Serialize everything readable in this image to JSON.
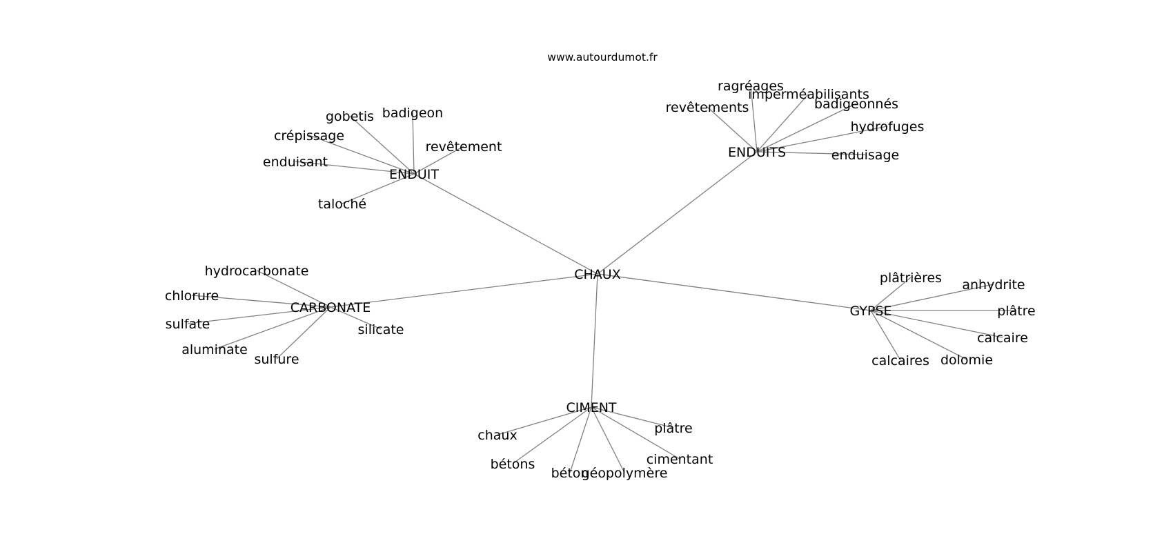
{
  "source": "www.autourdumot.fr",
  "diagram": {
    "type": "word-association-tree",
    "root": "CHAUX",
    "branches": [
      {
        "id": "enduit",
        "label": "ENDUIT",
        "leaves": [
          "gobetis",
          "badigeon",
          "crépissage",
          "revêtement",
          "enduisant",
          "taloché"
        ]
      },
      {
        "id": "enduits",
        "label": "ENDUITS",
        "leaves": [
          "ragréages",
          "imperméabilisants",
          "revêtements",
          "badigeonnés",
          "hydrofuges",
          "enduisage"
        ]
      },
      {
        "id": "carbonate",
        "label": "CARBONATE",
        "leaves": [
          "hydrocarbonate",
          "chlorure",
          "sulfate",
          "silicate",
          "aluminate",
          "sulfure"
        ]
      },
      {
        "id": "gypse",
        "label": "GYPSE",
        "leaves": [
          "plâtrières",
          "anhydrite",
          "plâtre",
          "calcaire",
          "calcaires",
          "dolomie"
        ]
      },
      {
        "id": "ciment",
        "label": "CIMENT",
        "leaves": [
          "chaux",
          "plâtre",
          "bétons",
          "cimentant",
          "béton",
          "géopolymère"
        ]
      }
    ]
  }
}
